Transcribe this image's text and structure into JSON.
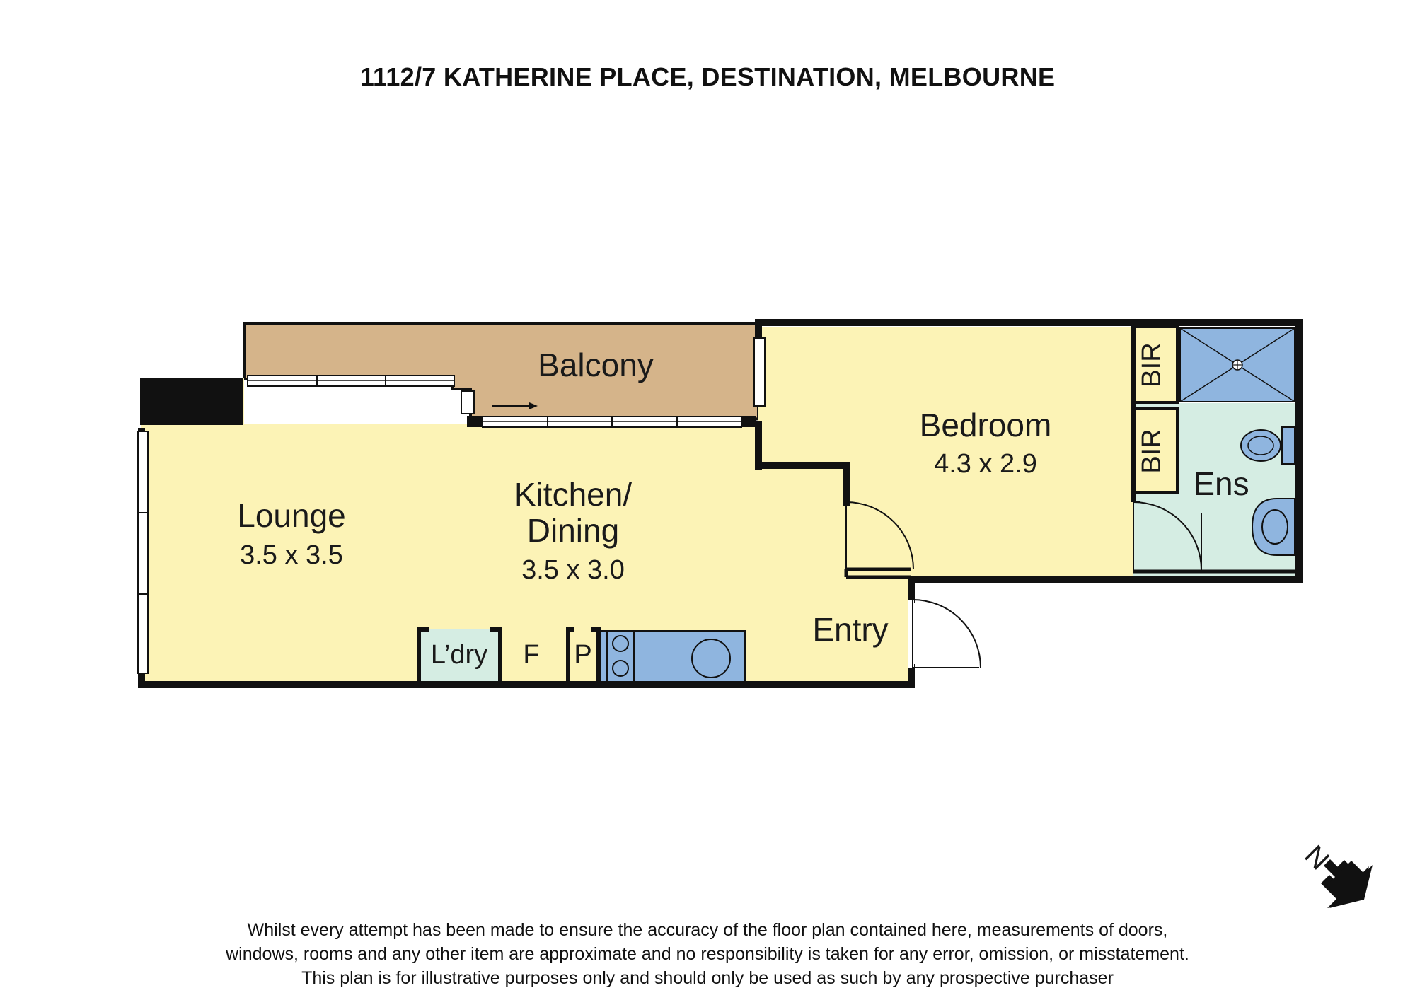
{
  "title": "1112/7 KATHERINE PLACE, DESTINATION, MELBOURNE",
  "rooms": {
    "balcony": {
      "name": "Balcony"
    },
    "bedroom": {
      "name": "Bedroom",
      "dims": "4.3 x 2.9"
    },
    "lounge": {
      "name": "Lounge",
      "dims": "3.5 x 3.5"
    },
    "kitchen": {
      "name_line1": "Kitchen/",
      "name_line2": "Dining",
      "dims": "3.5 x 3.0"
    },
    "entry": {
      "name": "Entry"
    },
    "ensuite": {
      "name": "Ens"
    },
    "bir_top": {
      "name": "BIR"
    },
    "bir_bottom": {
      "name": "BIR"
    },
    "laundry": {
      "name": "L’dry"
    },
    "fridge": {
      "name": "F"
    },
    "pantry": {
      "name": "P"
    }
  },
  "compass": {
    "label": "N"
  },
  "disclaimer": {
    "line1": "Whilst every attempt has been made to ensure the accuracy of the floor plan contained here, measurements of doors,",
    "line2": "windows, rooms and any other item are approximate and no responsibility is taken for any error, omission, or misstatement.",
    "line3": "This plan is for illustrative purposes only and should only be used as such by any prospective purchaser"
  },
  "colors": {
    "living": "#fcf3b6",
    "balcony": "#d5b48a",
    "wet_area": "#d5ede3",
    "appliance": "#8fb5df",
    "wall": "#111111"
  }
}
